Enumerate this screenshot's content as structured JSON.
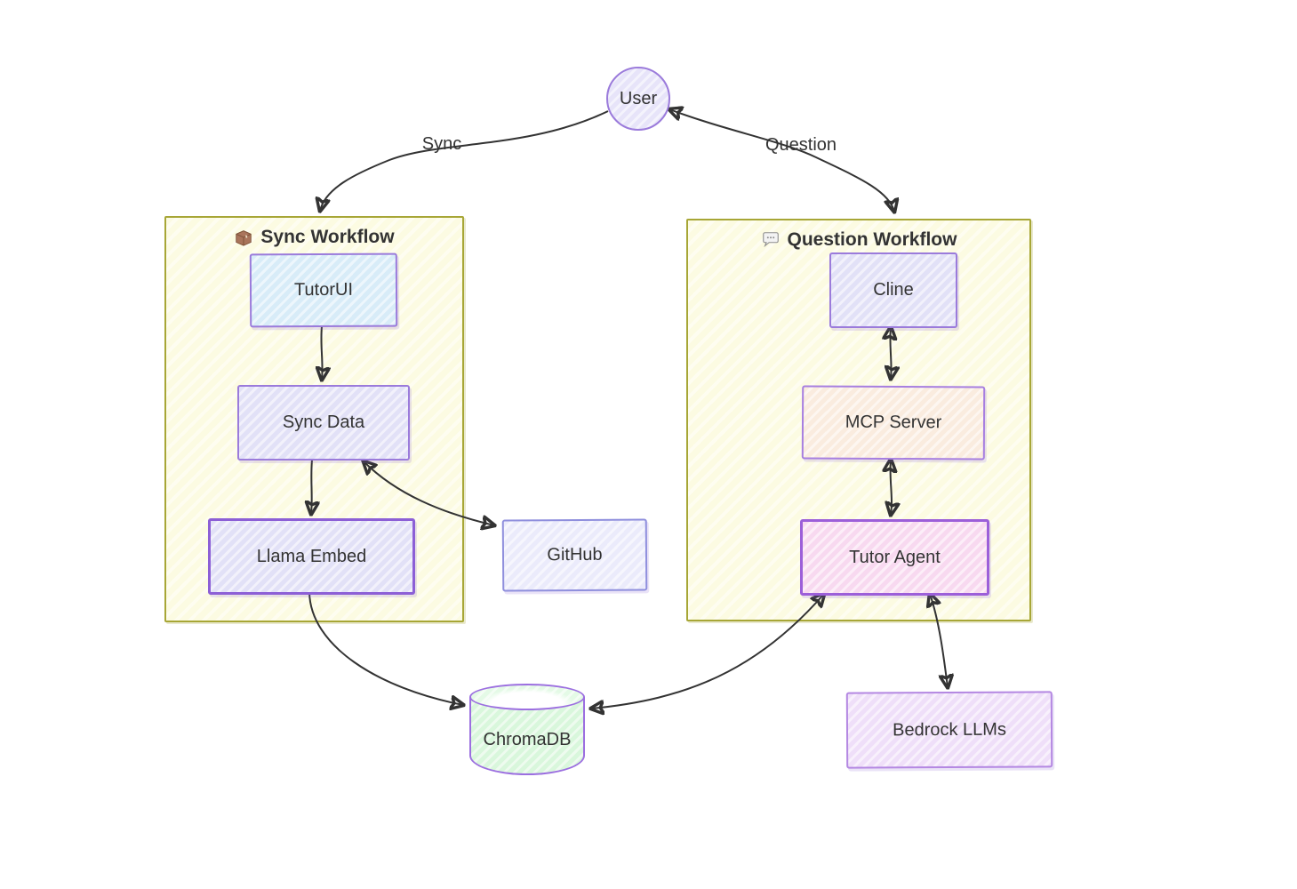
{
  "diagram": {
    "type": "flowchart",
    "background": "#ffffff",
    "edge_color": "#333333",
    "user": {
      "label": "User",
      "shape": "circle",
      "fill": "#e7e4f9",
      "border": "#9b7bdb"
    },
    "edge_labels": {
      "sync": "Sync",
      "question": "Question"
    },
    "workflows": [
      {
        "id": "sync",
        "title": "Sync Workflow",
        "icon": "📦",
        "icon_name": "package-icon",
        "fill": "#fcfbe2",
        "border": "#a7a636"
      },
      {
        "id": "question",
        "title": "Question Workflow",
        "icon": "💬",
        "icon_name": "speech-balloon-icon",
        "fill": "#fcfbe2",
        "border": "#a7a636"
      }
    ],
    "nodes": {
      "tutorui": {
        "label": "TutorUI",
        "fill": "#d8ecf8",
        "border": "#9b7bdb",
        "group": "Sync Workflow"
      },
      "sync_data": {
        "label": "Sync Data",
        "fill": "#e2e1f7",
        "border": "#9b7bdb",
        "group": "Sync Workflow"
      },
      "llama_embed": {
        "label": "Llama Embed",
        "fill": "#e2e1f7",
        "border": "#8c5fd6",
        "group": "Sync Workflow"
      },
      "github": {
        "label": "GitHub",
        "fill": "#ebebfb",
        "border": "#8f8fdd",
        "group": null
      },
      "cline": {
        "label": "Cline",
        "fill": "#e2e1f7",
        "border": "#9b7bdb",
        "group": "Question Workflow"
      },
      "mcp_server": {
        "label": "MCP Server",
        "fill": "#faecdf",
        "border": "#a77fe0",
        "group": "Question Workflow"
      },
      "tutor_agent": {
        "label": "Tutor Agent",
        "fill": "#f8d9f0",
        "border": "#9c5fd9",
        "group": "Question Workflow"
      },
      "chromadb": {
        "label": "ChromaDB",
        "shape": "cylinder",
        "fill": "#d9f7dc",
        "border": "#9c6fe0",
        "group": null
      },
      "bedrock_llms": {
        "label": "Bedrock LLMs",
        "fill": "#efdff9",
        "border": "#b488e2",
        "group": null
      }
    },
    "edges": [
      {
        "from": "User",
        "to": "Sync Workflow",
        "label": "Sync",
        "direction": "one-way"
      },
      {
        "from": "User",
        "to": "Question Workflow",
        "label": "Question",
        "direction": "two-way"
      },
      {
        "from": "TutorUI",
        "to": "Sync Data",
        "label": "",
        "direction": "one-way"
      },
      {
        "from": "Sync Data",
        "to": "Llama Embed",
        "label": "",
        "direction": "one-way"
      },
      {
        "from": "Sync Data",
        "to": "GitHub",
        "label": "",
        "direction": "two-way"
      },
      {
        "from": "Llama Embed",
        "to": "ChromaDB",
        "label": "",
        "direction": "one-way"
      },
      {
        "from": "Cline",
        "to": "MCP Server",
        "label": "",
        "direction": "two-way"
      },
      {
        "from": "MCP Server",
        "to": "Tutor Agent",
        "label": "",
        "direction": "two-way"
      },
      {
        "from": "Tutor Agent",
        "to": "ChromaDB",
        "label": "",
        "direction": "two-way"
      },
      {
        "from": "Tutor Agent",
        "to": "Bedrock LLMs",
        "label": "",
        "direction": "two-way"
      }
    ]
  }
}
